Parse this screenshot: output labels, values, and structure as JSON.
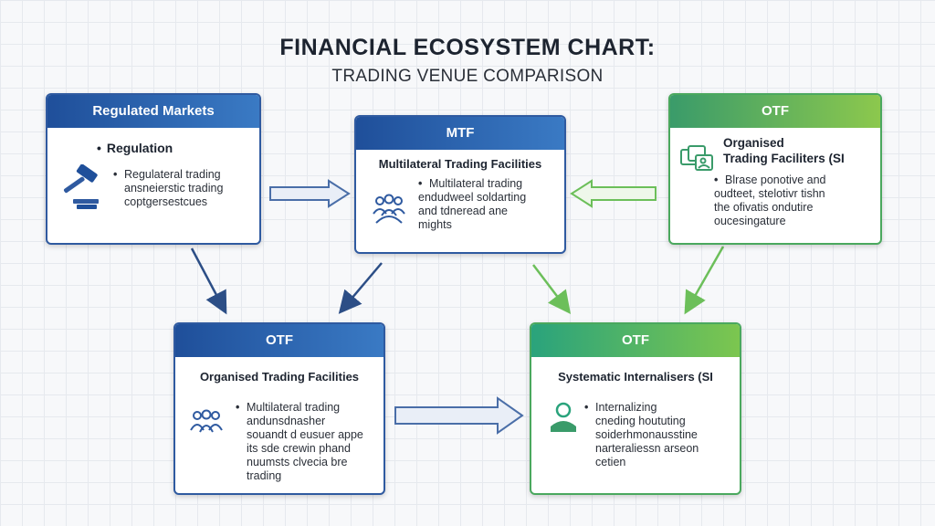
{
  "title": "FINANCIAL ECOSYSTEM CHART:",
  "subtitle": "TRADING VENUE COMPARISON",
  "cards": {
    "regulated": {
      "header": "Regulated Markets",
      "label": "Regulation",
      "text": [
        "Regulateral trading",
        "ansneierstic trading",
        "coptgersestcues"
      ],
      "icon": "gavel-icon"
    },
    "mtf": {
      "header": "MTF",
      "label": "Multilateral Trading Facilities",
      "text": [
        "Multilateral trading",
        "endudweel soldarting",
        "and tdneread ane",
        "mights"
      ],
      "icon": "group-icon"
    },
    "otf_top": {
      "header": "OTF",
      "label": "Organised",
      "label2": "Trading Faciliters (SI",
      "text": [
        "Blrase ponotive and",
        "oudteet, stelotivr tishn",
        "the ofivatis ondutire",
        "oucesingature"
      ],
      "icon": "documents-icon"
    },
    "otf_bottom": {
      "header": "OTF",
      "label": "Organised Trading Facilities",
      "text": [
        "Multilateral trading",
        "andunsdnasher",
        "souandt d eusuer appe",
        "its sde crewin phand",
        "nuumsts clvecia bre",
        "trading"
      ],
      "icon": "group-icon"
    },
    "si": {
      "header": "OTF",
      "label": "Systematic Internalisers (SI",
      "text": [
        "Internalizing",
        "cneding hoututing",
        "soiderhmonausstine",
        "narteraliessn arseon",
        "cetien"
      ],
      "icon": "person-icon"
    }
  },
  "colors": {
    "blue": "#2f5aa0",
    "green": "#4aa85e",
    "arrow_blue": "#2c4e86",
    "arrow_green": "#6cbf5a"
  }
}
